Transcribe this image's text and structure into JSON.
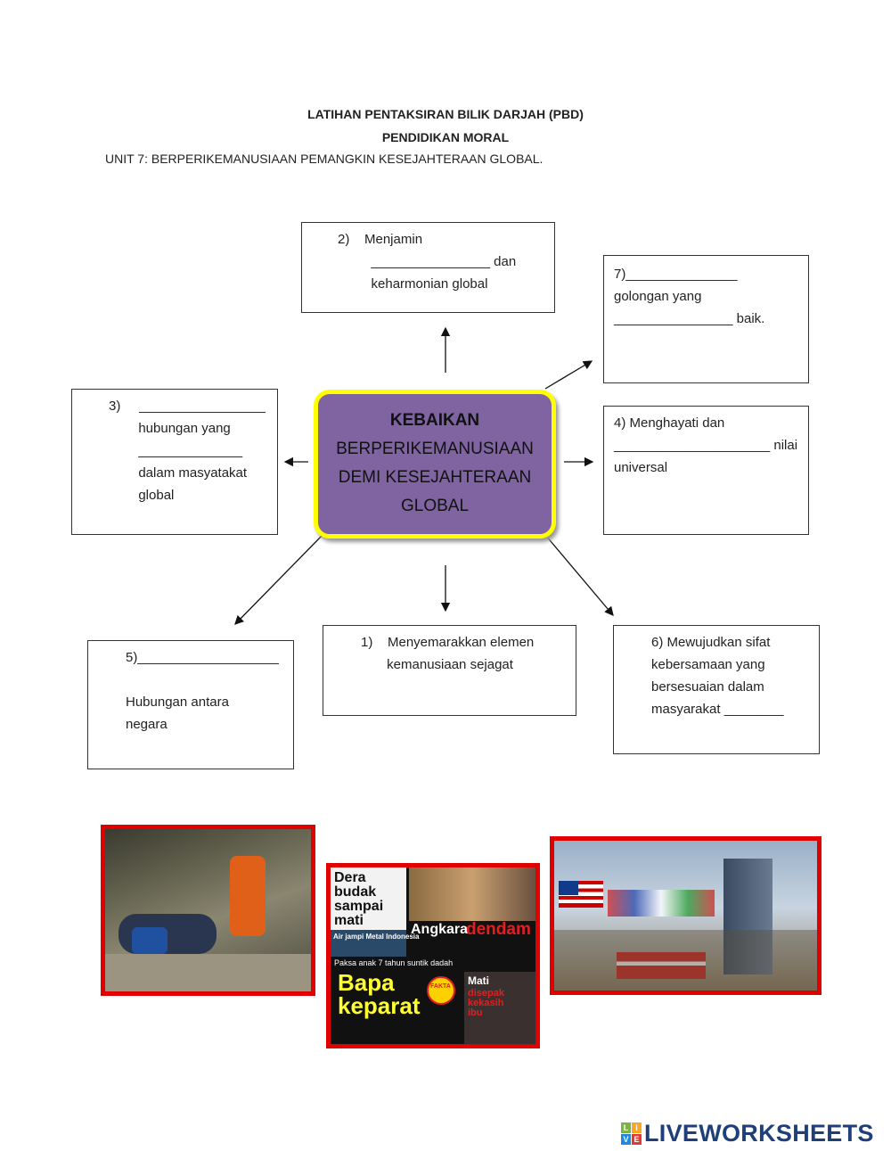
{
  "header": {
    "title1": "LATIHAN PENTAKSIRAN BILIK DARJAH (PBD)",
    "title2": "PENDIDIKAN MORAL",
    "unit": "UNIT 7: BERPERIKEMANUSIAAN PEMANGKIN KESEJAHTERAAN GLOBAL."
  },
  "center": {
    "line1": "KEBAIKAN",
    "line2": "BERPERIKEMANUSIAAN",
    "line3": "DEMI KESEJAHTERAAN",
    "line4": "GLOBAL"
  },
  "boxes": {
    "b2": [
      "2)    Menjamin",
      "         ________________ dan",
      "         keharmonian global"
    ],
    "b7": [
      "7)_______________",
      "golongan yang",
      "________________ baik."
    ],
    "b3": [
      "3)     _________________",
      "        hubungan yang",
      "        ______________",
      "        dalam masyatakat",
      "        global"
    ],
    "b4": [
      "4) Menghayati dan",
      "_____________________ nilai",
      "universal"
    ],
    "b5": [
      "5)___________________",
      "",
      "Hubungan antara",
      "negara"
    ],
    "b1": [
      "1)    Menyemarakkan elemen",
      "       kemanusiaan sejagat"
    ],
    "b6": [
      "6) Mewujudkan sifat",
      "kebersamaan yang",
      "bersesuaian dalam",
      "masyarakat ________"
    ]
  },
  "news": {
    "h1": "Dera budak sampai mati",
    "h2": "Air jampi Metal Indonesia",
    "h3a": "Angkara",
    "h3b": "dendam",
    "h4": "Paksa anak 7 tahun suntik dadah",
    "h5": "Bapa keparat",
    "h6": "Mati",
    "h7": "disepak kekasih ibu",
    "fakta": "FAKTA"
  },
  "logo": {
    "tiles": [
      "L",
      "I",
      "V",
      "E"
    ],
    "word": "LIVEWORKSHEETS"
  },
  "colors": {
    "center_fill": "#8064a2",
    "center_border": "#ffff00",
    "photo_frame": "#e00000",
    "logo": "#1f3f7a"
  }
}
